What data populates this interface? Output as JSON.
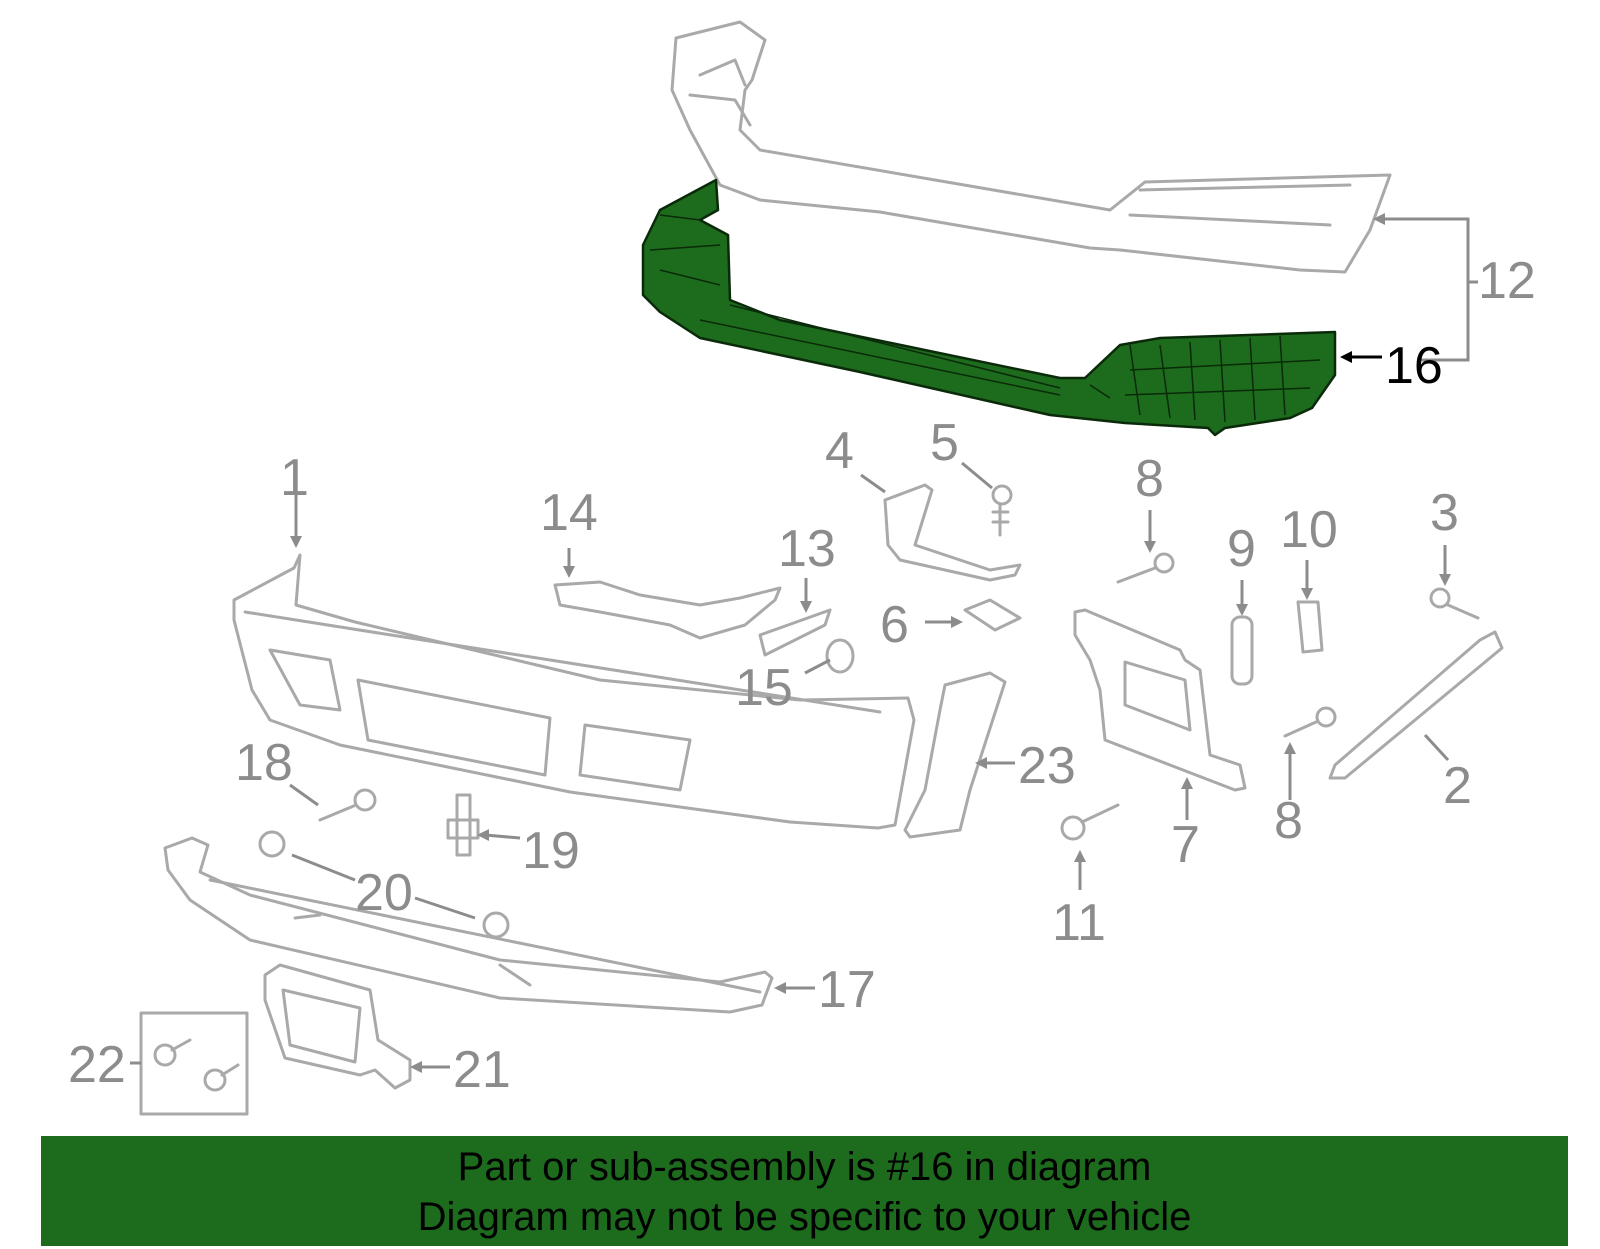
{
  "colors": {
    "highlight": "#1d6b1d",
    "part_outline": "#a9a9a9",
    "callout_gray": "#8c8c8c",
    "banner_bg": "#1d6b1d",
    "banner_text": "#000000"
  },
  "highlighted_part": "16",
  "callouts": {
    "c1": "1",
    "c2": "2",
    "c3": "3",
    "c4": "4",
    "c5": "5",
    "c6": "6",
    "c7": "7",
    "c8a": "8",
    "c8b": "8",
    "c9": "9",
    "c10": "10",
    "c11": "11",
    "c12": "12",
    "c13": "13",
    "c14": "14",
    "c15": "15",
    "c16": "16",
    "c17": "17",
    "c18": "18",
    "c19": "19",
    "c20": "20",
    "c21": "21",
    "c22": "22",
    "c23": "23"
  },
  "banner": {
    "line1": "Part or sub-assembly is #16 in diagram",
    "line2": "Diagram may not be specific to your vehicle"
  }
}
